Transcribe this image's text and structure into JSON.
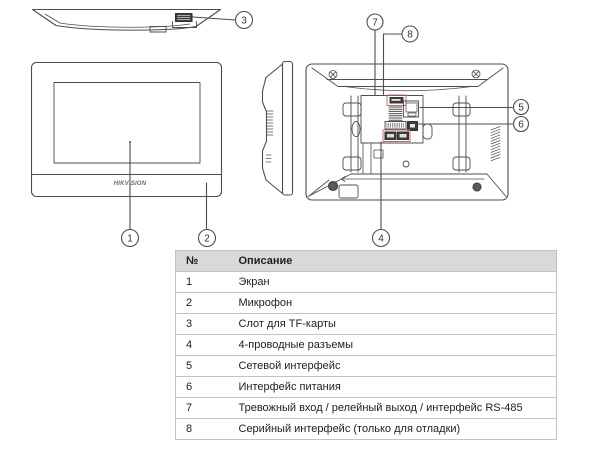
{
  "diagram": {
    "brand": "HIKVISION",
    "callout_labels": [
      "1",
      "2",
      "3",
      "4",
      "5",
      "6",
      "7",
      "8"
    ]
  },
  "table": {
    "headers": {
      "num": "№",
      "desc": "Описание"
    },
    "rows": [
      {
        "num": "1",
        "desc": "Экран"
      },
      {
        "num": "2",
        "desc": "Микрофон"
      },
      {
        "num": "3",
        "desc": "Слот для TF-карты"
      },
      {
        "num": "4",
        "desc": "4-проводные разъемы"
      },
      {
        "num": "5",
        "desc": "Сетевой интерфейс"
      },
      {
        "num": "6",
        "desc": "Интерфейс питания"
      },
      {
        "num": "7",
        "desc": "Тревожный вход / релейный выход / интерфейс RS-485"
      },
      {
        "num": "8",
        "desc": "Серийный интерфейс (только для отладки)"
      }
    ]
  },
  "colors": {
    "connector_highlight": "#c4706c",
    "line": "#4d4d4d",
    "header_bg": "#d9d9d9"
  }
}
